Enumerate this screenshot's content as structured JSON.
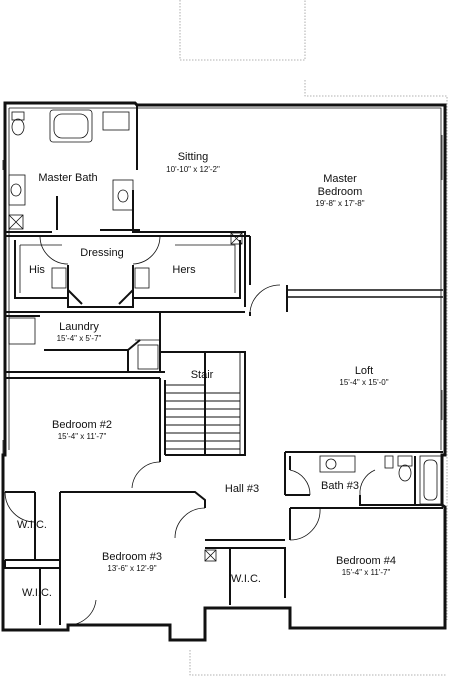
{
  "rooms": {
    "sitting": {
      "name": "Sitting",
      "dims": "10'-10\" x 12'-2\""
    },
    "master_bath": {
      "name": "Master Bath"
    },
    "master_bedroom": {
      "name_line1": "Master",
      "name_line2": "Bedroom",
      "dims": "19'-8\" x 17'-8\""
    },
    "dressing": {
      "name": "Dressing"
    },
    "his": {
      "name": "His"
    },
    "hers": {
      "name": "Hers"
    },
    "laundry": {
      "name": "Laundry",
      "dims": "15'-4\" x 5'-7\""
    },
    "stair": {
      "name": "Stair"
    },
    "loft": {
      "name": "Loft",
      "dims": "15'-4\" x 15'-0\""
    },
    "bedroom2": {
      "name": "Bedroom #2",
      "dims": "15'-4\" x 11'-7\""
    },
    "hall3": {
      "name": "Hall #3"
    },
    "bath3": {
      "name": "Bath #3"
    },
    "wic_left": {
      "name": "W.I.C."
    },
    "bedroom3": {
      "name": "Bedroom #3",
      "dims": "13'-6\" x 12'-9\""
    },
    "wic_bottom_left": {
      "name": "W.I.C."
    },
    "wic_center": {
      "name": "W.I.C."
    },
    "bedroom4": {
      "name": "Bedroom #4",
      "dims": "15'-4\" x 11'-7\""
    }
  }
}
